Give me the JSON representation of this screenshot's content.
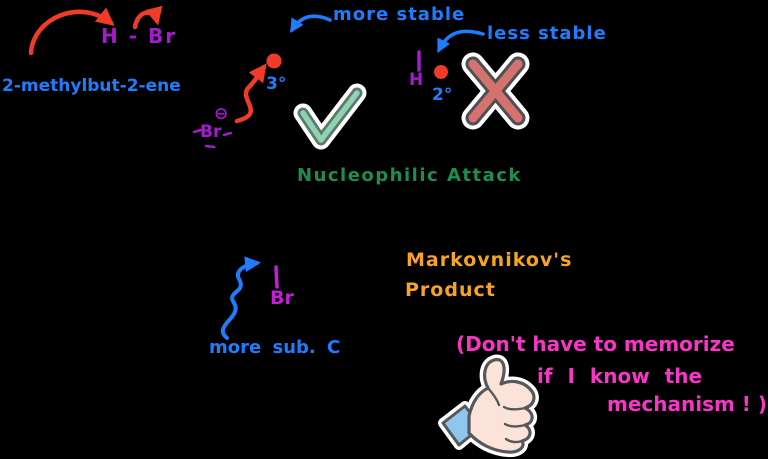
{
  "colors": {
    "background": "#000000",
    "arrow_red": "#f03b28",
    "bond_purple": "#a21ccd",
    "halide_magenta": "#c21fd6",
    "annotation_blue": "#1d7dfe",
    "step_green": "#1e8e4d",
    "check_fill": "#8fd3b2",
    "check_border": "#5b7a6e",
    "x_fill": "#d4736b",
    "x_border": "#4e4e56",
    "product_orange": "#f7a425",
    "note_pink": "#f736c5",
    "hand_fill": "#fbe3da",
    "hand_stroke": "#58585a",
    "cuff_blue": "#8ec6ee"
  },
  "reagent": {
    "hbr": "H - Br",
    "alkene_name": "2-methylbut-2-ene"
  },
  "carbocations": {
    "bromide_symbol": "Br",
    "bromide_charge": "⊖",
    "tertiary_label": "3°",
    "more_stable": "more stable",
    "secondary_h": "H",
    "secondary_label": "2°",
    "less_stable": "less stable"
  },
  "step_label": "Nucleophilic Attack",
  "product": {
    "halide": "Br",
    "carbon_note": "more sub. C",
    "name_line1": "Markovnikov's",
    "name_line2": "Product"
  },
  "note": {
    "line1": "(Don't have to memorize",
    "line2": "if I know the",
    "line3": "mechanism ! )"
  },
  "icons": {
    "check_mark": "✓",
    "x_mark": "✗",
    "thumbs_up": "👍"
  }
}
